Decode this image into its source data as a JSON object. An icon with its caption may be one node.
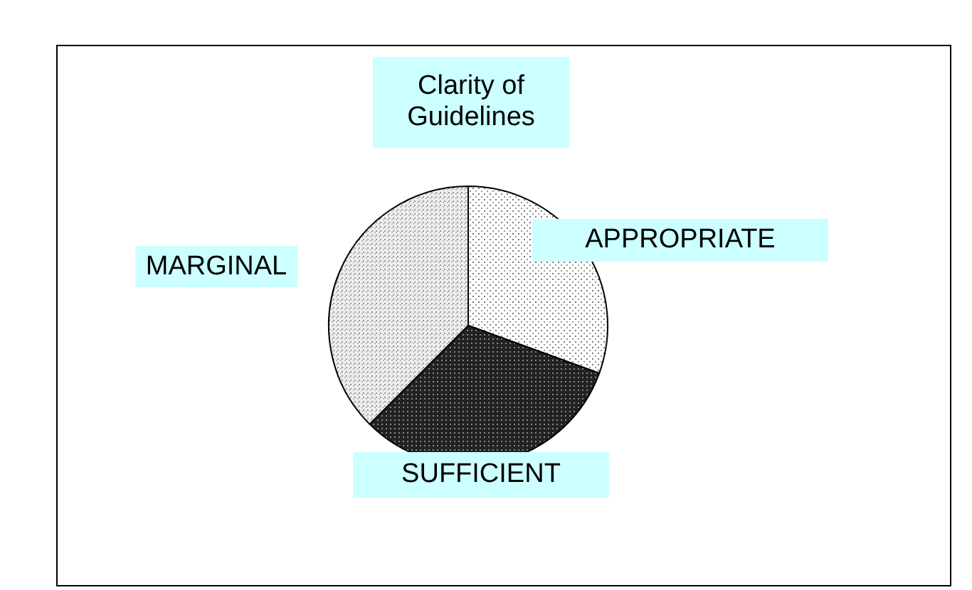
{
  "diagram": {
    "nodes": [
      {
        "text": [
          "Clarity of Guidelines"
        ]
      },
      {
        "text": [
          "APPROPRIATE"
        ]
      },
      {
        "text": [
          "MARGINAL"
        ]
      },
      {
        "text": [
          "SUFFICIENT"
        ]
      }
    ],
    "edges": []
  }
}
